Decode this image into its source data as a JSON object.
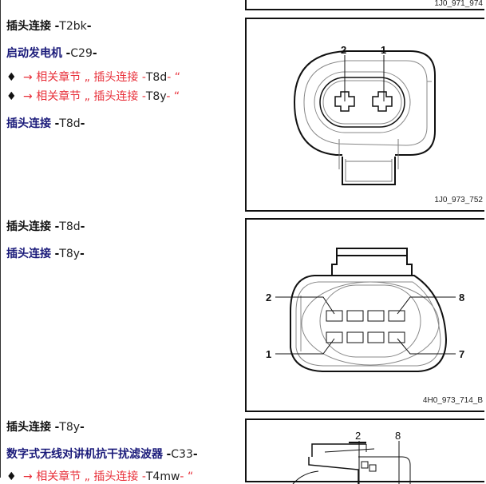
{
  "entries": [
    {
      "title": "插头连接",
      "code": "T2bk",
      "title_color": "black"
    },
    {
      "title": "启动发电机",
      "code": "C29",
      "title_color": "blue"
    },
    {
      "links": [
        {
          "bullet": "♦",
          "arrow": "→",
          "text": "相关章节 „ 插头连接",
          "code": "T8d",
          "close": "“"
        },
        {
          "bullet": "♦",
          "arrow": "→",
          "text": "相关章节 „ 插头连接",
          "code": "T8y",
          "close": "“"
        }
      ]
    },
    {
      "title": "插头连接",
      "code": "T8d",
      "title_color": "blue"
    },
    {
      "title": "插头连接",
      "code": "T8d",
      "title_color": "black"
    },
    {
      "title": "插头连接",
      "code": "T8y",
      "title_color": "blue"
    },
    {
      "title": "插头连接",
      "code": "T8y",
      "title_color": "black"
    },
    {
      "title": "数字式无线对讲机抗干扰滤波器",
      "code": "C33",
      "title_color": "blue"
    },
    {
      "links": [
        {
          "bullet": "♦",
          "arrow": "→",
          "text": "相关章节 „ 插头连接",
          "code": "T4mw",
          "close": "“"
        }
      ]
    }
  ],
  "figures": [
    {
      "caption": "1J0_971_974",
      "pins": []
    },
    {
      "caption": "1J0_973_752",
      "pins": [
        "2",
        "1"
      ]
    },
    {
      "caption": "4H0_973_714_B",
      "pins": [
        "2",
        "8",
        "1",
        "7"
      ]
    },
    {
      "caption": "",
      "pins": [
        "2",
        "8"
      ]
    }
  ],
  "colors": {
    "link": "#e8303a",
    "blue_title": "#1a1a7a",
    "text": "#111111"
  }
}
